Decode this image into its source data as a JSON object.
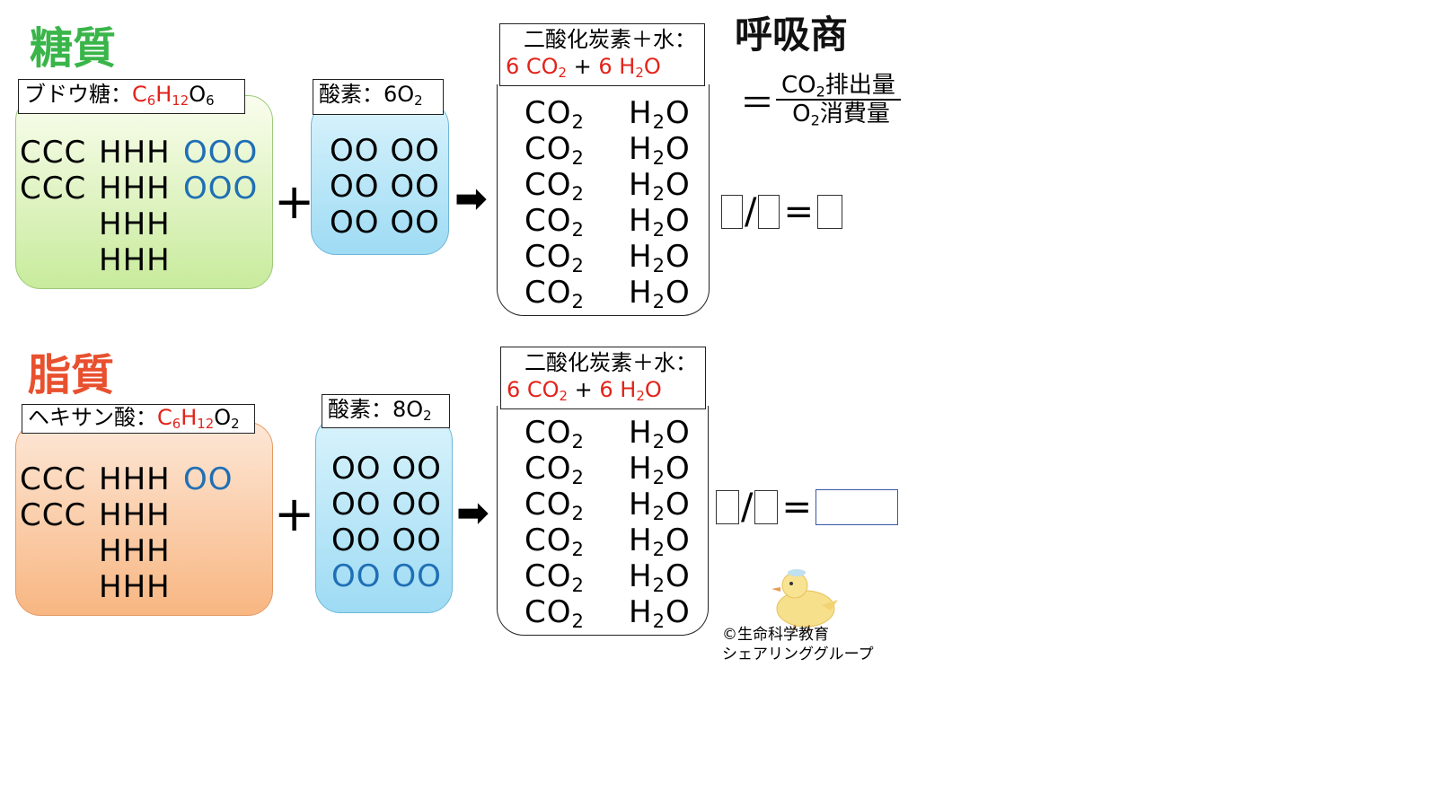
{
  "sugar": {
    "title": "糖質",
    "name": "ブドウ糖：",
    "formula": {
      "c": "C",
      "c_n": "6",
      "h": "H",
      "h_n": "12",
      "o": "O",
      "o_n": "6"
    },
    "rows": [
      {
        "c": "CCC",
        "h": "HHH",
        "o": "OOO"
      },
      {
        "c": "CCC",
        "h": "HHH",
        "o": "OOO"
      },
      {
        "c": "",
        "h": "HHH",
        "o": ""
      },
      {
        "c": "",
        "h": "HHH",
        "o": ""
      }
    ],
    "oxygen_label": "酸素：",
    "oxygen_formula": {
      "n": "6O",
      "sub": "2"
    },
    "oxygen_rows": [
      "OO OO",
      "OO OO",
      "OO OO"
    ],
    "product_label": "二酸化炭素＋水：",
    "product_formula": {
      "a": "6 CO",
      "a_sub": "2",
      "mid": " + ",
      "b": "6 H",
      "b_sub": "2",
      "b_end": "O"
    }
  },
  "fat": {
    "title": "脂質",
    "name": "ヘキサン酸：",
    "formula": {
      "c": "C",
      "c_n": "6",
      "h": "H",
      "h_n": "12",
      "o": "O",
      "o_n": "2"
    },
    "rows": [
      {
        "c": "CCC",
        "h": "HHH",
        "o": "OO"
      },
      {
        "c": "CCC",
        "h": "HHH",
        "o": ""
      },
      {
        "c": "",
        "h": "HHH",
        "o": ""
      },
      {
        "c": "",
        "h": "HHH",
        "o": ""
      }
    ],
    "oxygen_label": "酸素：",
    "oxygen_formula": {
      "n": "8O",
      "sub": "2"
    },
    "oxygen_rows": [
      "OO OO",
      "OO OO",
      "OO OO",
      "OO OO"
    ],
    "product_label": "二酸化炭素＋水：",
    "product_formula": {
      "a": "6 CO",
      "a_sub": "2",
      "mid": " + ",
      "b": "6 H",
      "b_sub": "2",
      "b_end": "O"
    }
  },
  "operators": {
    "plus": "+",
    "arrow": "➡"
  },
  "products": {
    "co2": "CO",
    "co2_sub": "2",
    "h2o_h": "H",
    "h2o_sub": "2",
    "h2o_o": "O",
    "count": 6
  },
  "rq": {
    "title": "呼吸商",
    "equals": "＝",
    "numerator": {
      "a": "CO",
      "sub": "2",
      "b": "排出量"
    },
    "denominator": {
      "a": "O",
      "sub": "2",
      "b": "消費量"
    }
  },
  "ratio": {
    "slash": "/",
    "equals": "="
  },
  "copyright": {
    "line1": "©生命科学教育",
    "line2": "シェアリンググループ"
  },
  "colors": {
    "green_title": "#3ab54a",
    "orange_title": "#e8502e",
    "formula_red": "#e2231a",
    "oxygen_blue": "#1f6fb5"
  }
}
